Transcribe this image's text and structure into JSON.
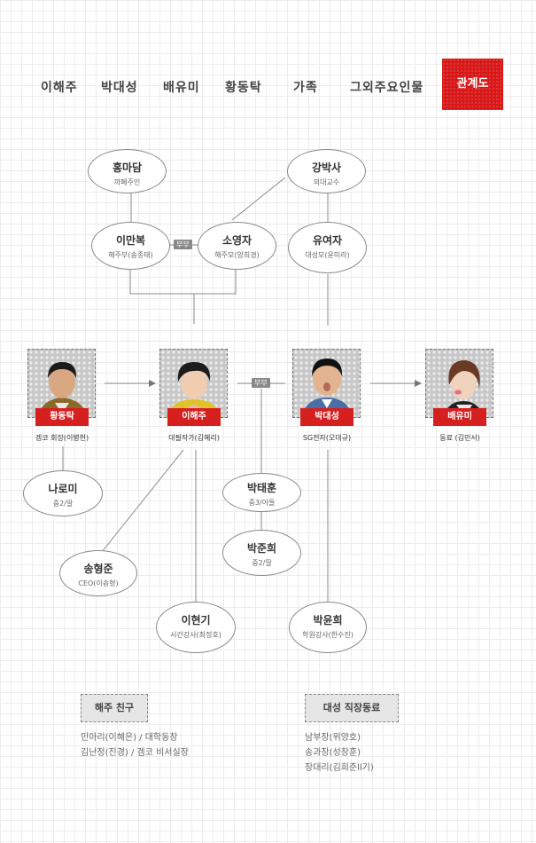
{
  "nav": {
    "items": [
      "이해주",
      "박대성",
      "배유미",
      "황동탁",
      "가족",
      "그외주요인물"
    ],
    "active": "관계도"
  },
  "couple_badge": "부부",
  "ovals": {
    "hong": {
      "name": "홍마담",
      "role": "까페주인"
    },
    "kang": {
      "name": "강박사",
      "role": "의대교수"
    },
    "lee_manbok": {
      "name": "이만복",
      "role": "해주부(송종태)"
    },
    "so_youngja": {
      "name": "소영자",
      "role": "해주모(양희경)"
    },
    "yu_yeoja": {
      "name": "유여자",
      "role": "대성모(윤미라)"
    },
    "na_romi": {
      "name": "나로미",
      "role": "중2/딸"
    },
    "park_taehun": {
      "name": "박태훈",
      "role": "중3/아들"
    },
    "park_junhee": {
      "name": "박준희",
      "role": "중2/딸"
    },
    "song_hyungjun": {
      "name": "송형준",
      "role": "CEO(이송형)"
    },
    "lee_hyungi": {
      "name": "이현기",
      "role": "시간강사(최정호)"
    },
    "park_yunhee": {
      "name": "박윤희",
      "role": "학원강사(한수진)"
    }
  },
  "main": {
    "hwang": {
      "name": "황동탁",
      "caption": "겜코 회장(이병헌)"
    },
    "haeju": {
      "name": "이해주",
      "caption": "대필작가(김혜리)"
    },
    "daesung": {
      "name": "박대성",
      "caption": "SG전자(오대규)"
    },
    "yumi": {
      "name": "배유미",
      "caption": "동료 (김민서)"
    }
  },
  "friends": {
    "title": "해주 친구",
    "lines": [
      "민아리(이혜은) / 대학동창",
      "김난정(진경) / 겜코 비서실장"
    ]
  },
  "colleagues": {
    "title": "대성 직장동료",
    "lines": [
      "남부장(위양호)",
      "송과장(성창훈)",
      "장대리(김희준ll기)"
    ]
  },
  "colors": {
    "accent": "#d61f1f",
    "line": "#8a8a8a"
  }
}
